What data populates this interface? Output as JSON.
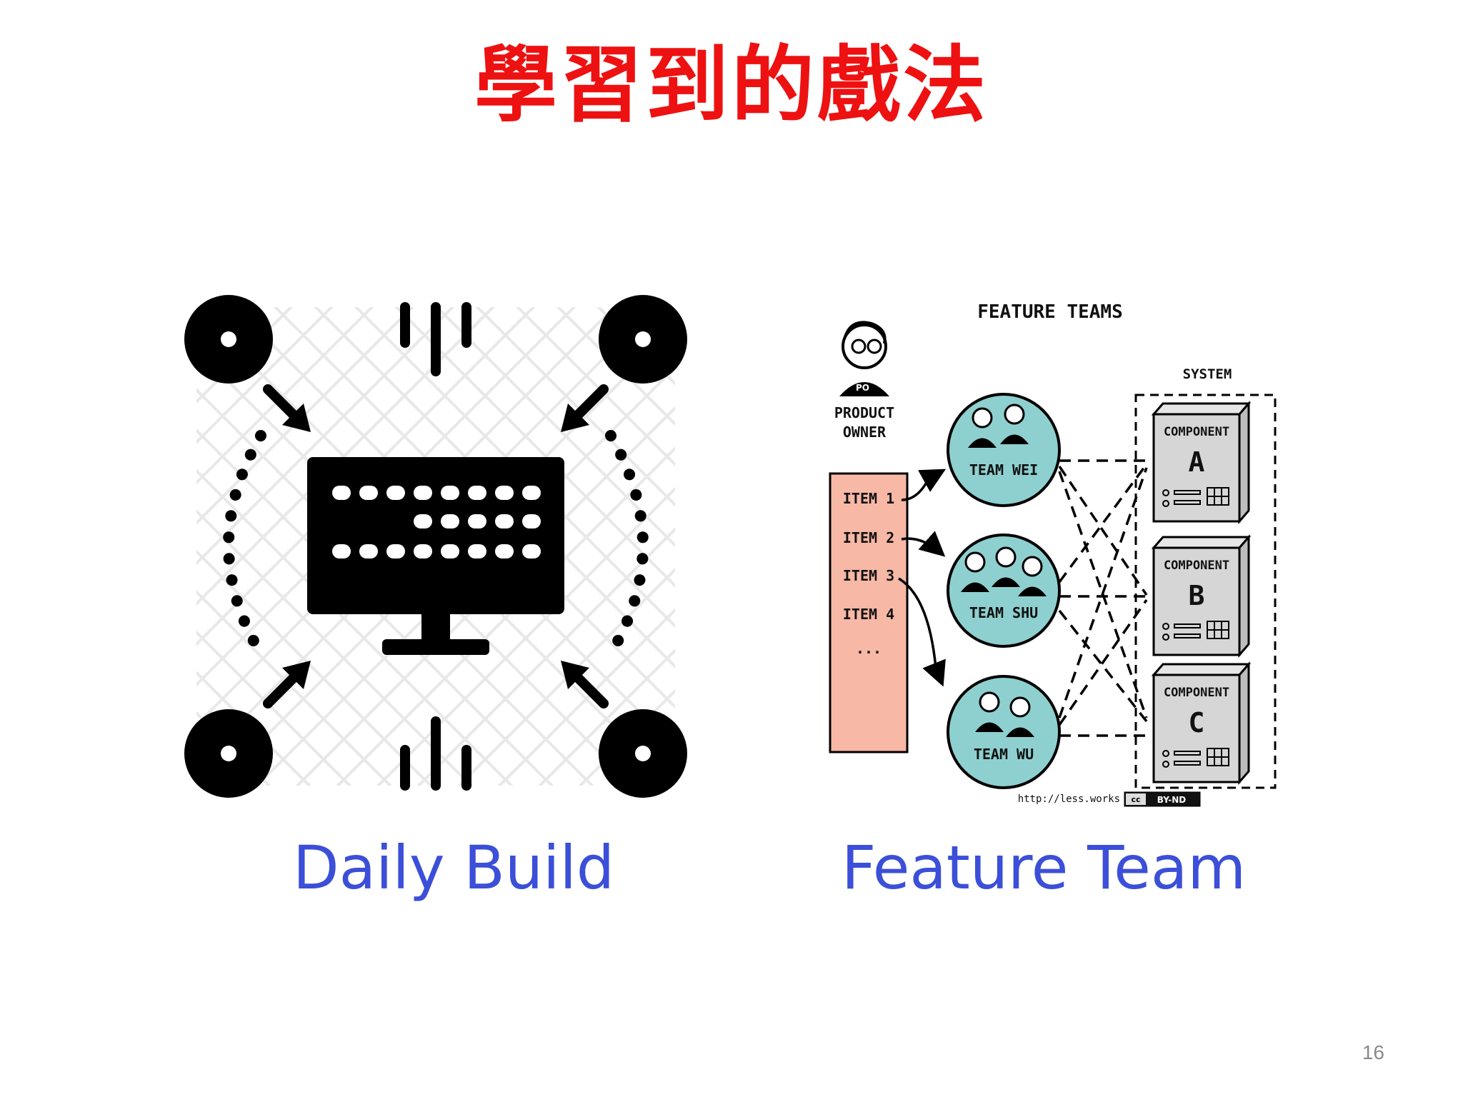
{
  "slide": {
    "title": "學習到的戲法",
    "page_number": "16"
  },
  "left_figure": {
    "caption": "Daily Build",
    "icons": [
      "disc-icon",
      "arrow-icon",
      "monitor-icon",
      "equalizer-icon"
    ]
  },
  "right_figure": {
    "caption": "Feature Team",
    "heading": "FEATURE TEAMS",
    "product_owner": {
      "badge": "PO",
      "label_line1": "PRODUCT",
      "label_line2": "OWNER"
    },
    "backlog_items": [
      "ITEM 1",
      "ITEM 2",
      "ITEM 3",
      "ITEM 4",
      "..."
    ],
    "teams": [
      "TEAM WEI",
      "TEAM SHU",
      "TEAM WU"
    ],
    "system": {
      "label": "SYSTEM",
      "components": [
        {
          "label": "COMPONENT",
          "letter": "A"
        },
        {
          "label": "COMPONENT",
          "letter": "B"
        },
        {
          "label": "COMPONENT",
          "letter": "C"
        }
      ]
    },
    "source_url": "http://less.works",
    "license": "BY-ND",
    "license_cc": "cc"
  },
  "colors": {
    "title": "#ee1111",
    "caption": "#3b4fd8",
    "team_fill": "#8ed0cf",
    "backlog_fill": "#f7b8a6"
  }
}
